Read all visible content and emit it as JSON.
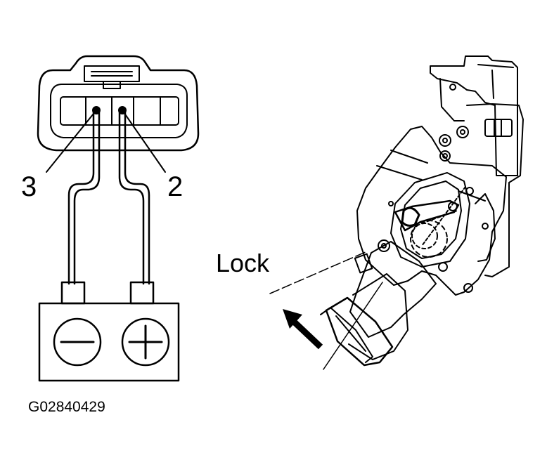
{
  "labels": {
    "pin_left": "3",
    "pin_right": "2",
    "direction": "Lock",
    "figure_id": "G02840429"
  },
  "battery": {
    "negative_symbol": "minus-icon",
    "positive_symbol": "plus-icon"
  },
  "colors": {
    "ink": "#000000",
    "paper": "#ffffff"
  }
}
